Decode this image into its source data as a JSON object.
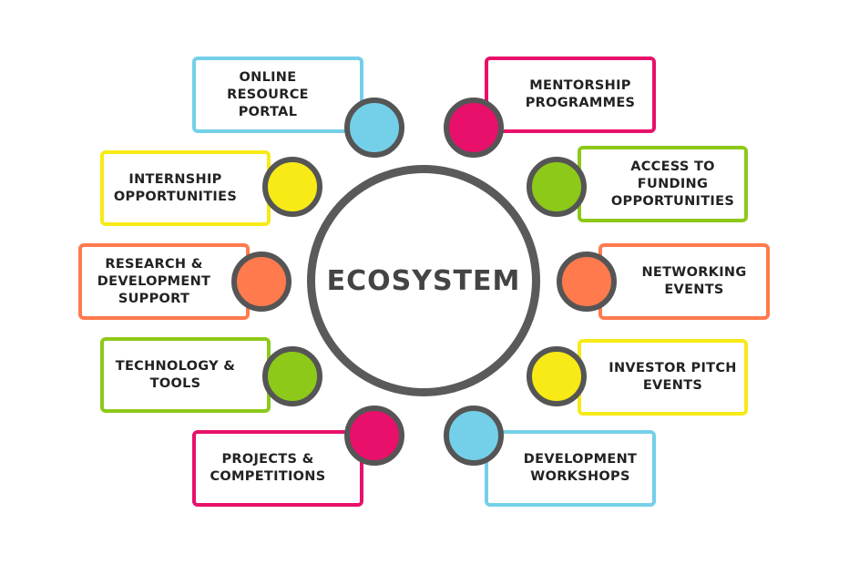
{
  "center": {
    "label": "ECOSYSTEM"
  },
  "colors": {
    "blue": "#74d0e8",
    "yellow": "#f7ea16",
    "orange": "#ff7a4d",
    "green": "#8dc919",
    "magenta": "#e8106a",
    "ring": "#555555"
  },
  "nodes": [
    {
      "label": "ONLINE\nRESOURCE\nPORTAL",
      "color": "blue"
    },
    {
      "label": "INTERNSHIP\nOPPORTUNITIES",
      "color": "yellow"
    },
    {
      "label": "RESEARCH &\nDEVELOPMENT\nSUPPORT",
      "color": "orange"
    },
    {
      "label": "TECHNOLOGY &\nTOOLS",
      "color": "green"
    },
    {
      "label": "PROJECTS &\nCOMPETITIONS",
      "color": "magenta"
    },
    {
      "label": "MENTORSHIP\nPROGRAMMES",
      "color": "magenta"
    },
    {
      "label": "ACCESS TO\nFUNDING\nOPPORTUNITIES",
      "color": "green"
    },
    {
      "label": "NETWORKING\nEVENTS",
      "color": "orange"
    },
    {
      "label": "INVESTOR PITCH\nEVENTS",
      "color": "yellow"
    },
    {
      "label": "DEVELOPMENT\nWORKSHOPS",
      "color": "blue"
    }
  ]
}
